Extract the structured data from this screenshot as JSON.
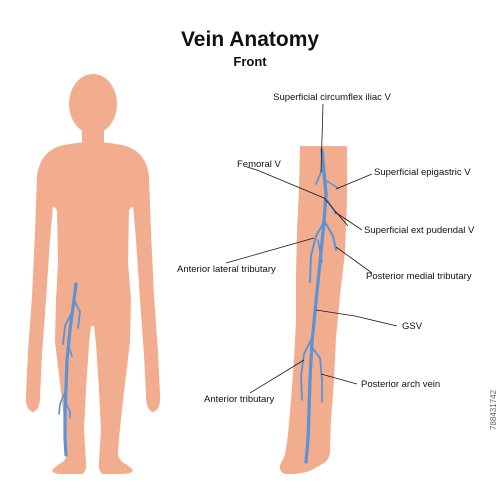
{
  "title": "Vein Anatomy",
  "subtitle": "Front",
  "labels": {
    "superficial_circumflex_iliac": "Superficial circumflex iliac V",
    "femoral": "Femoral V",
    "superficial_epigastric": "Superficial epigastric V",
    "superficial_ext_pudendal": "Superficial ext pudendal V",
    "anterior_lateral_tributary": "Anterior lateral tributary",
    "posterior_medial_tributary": "Posterior medial tributary",
    "gsv": "GSV",
    "anterior_tributary": "Anterior tributary",
    "posterior_arch_vein": "Posterior arch vein"
  },
  "stock_id": "788431742",
  "colors": {
    "skin": "#f2ad8e",
    "vein": "#5b93d6",
    "text": "#111111"
  }
}
